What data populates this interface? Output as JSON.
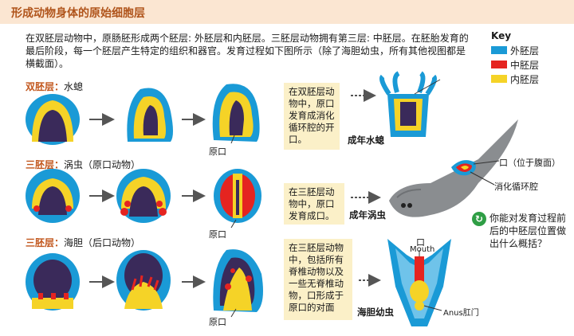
{
  "title": "形成动物身体的原始细胞层",
  "intro": "在双胚层动物中，原肠胚形成两个胚层: 外胚层和内胚层。三胚层动物拥有第三层: 中胚层。在胚胎发育的最后阶段，每一个胚层产生特定的组织和器官。发育过程如下图所示（除了海胆幼虫，所有其他视图都是横截面）。",
  "key": {
    "title": "Key",
    "items": [
      {
        "label": "外胚层",
        "color": "#1a9ad6"
      },
      {
        "label": "中胚层",
        "color": "#e52420"
      },
      {
        "label": "内胚层",
        "color": "#f5d327"
      }
    ]
  },
  "rows": [
    {
      "prefix": "双胚层：",
      "animal": "水螅",
      "note": "在双胚层动物中，原口发育成消化循环腔的开口。",
      "adult": "成年水螅",
      "blastopore": "原口"
    },
    {
      "prefix": "三胚层：",
      "animal": "涡虫（原口动物）",
      "note": "在三胚层动物中，原口发育成口。",
      "adult": "成年涡虫",
      "blastopore": "原口"
    },
    {
      "prefix": "三胚层：",
      "animal": "海胆（后口动物）",
      "note": "在三胚层动物中，包括所有脊椎动物以及一些无脊椎动物，口形成于原口的对面",
      "adult": "海胆幼虫",
      "blastopore": "原口"
    }
  ],
  "flatworm_labels": {
    "mouth": "口（位于腹面）",
    "cavity": "消化循环腔"
  },
  "urchin_labels": {
    "mouth_cn": "口",
    "mouth_en": "Mouth",
    "anus_en": "Anus",
    "anus_cn": "肛门"
  },
  "question": "你能对发育过程前后的中胚层位置做出什么概括？"
}
